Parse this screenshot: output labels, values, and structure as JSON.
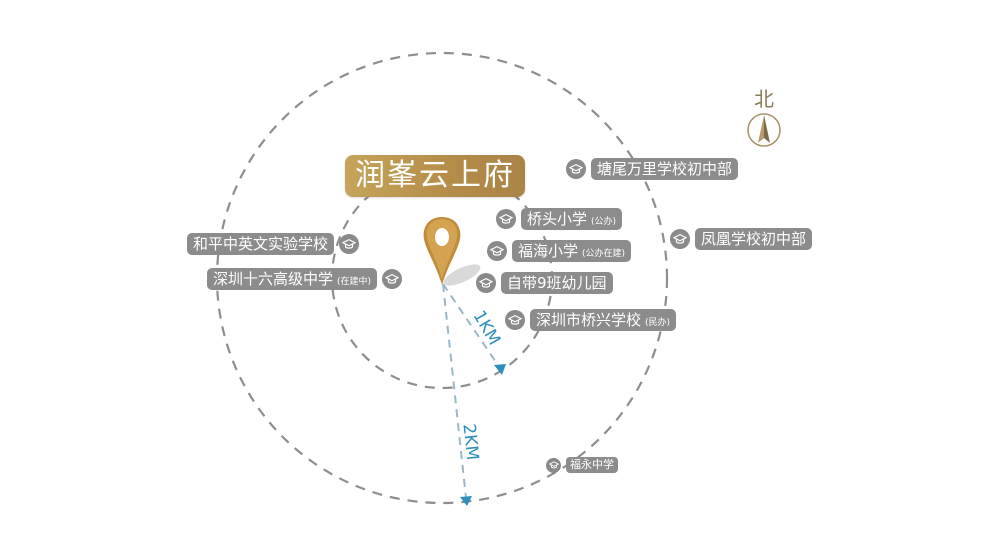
{
  "project": {
    "name": "润峯云上府",
    "brand_color": "#b99350"
  },
  "compass": {
    "label": "北",
    "icon": "north-arrow-icon"
  },
  "rings": [
    {
      "label": "1KM",
      "color": "#2e8fbd"
    },
    {
      "label": "2KM",
      "color": "#2e8fbd"
    }
  ],
  "schools": [
    {
      "name": "塘尾万里学校初中部",
      "note": ""
    },
    {
      "name": "桥头小学",
      "note": "(公办)"
    },
    {
      "name": "福海小学",
      "note": "(公办在建)"
    },
    {
      "name": "自带9班幼儿园",
      "note": ""
    },
    {
      "name": "深圳市桥兴学校",
      "note": "(民办)"
    },
    {
      "name": "和平中英文实验学校",
      "note": ""
    },
    {
      "name": "深圳十六高级中学",
      "note": "(在建中)"
    },
    {
      "name": "凤凰学校初中部",
      "note": ""
    },
    {
      "name": "福永中学",
      "note": ""
    }
  ]
}
